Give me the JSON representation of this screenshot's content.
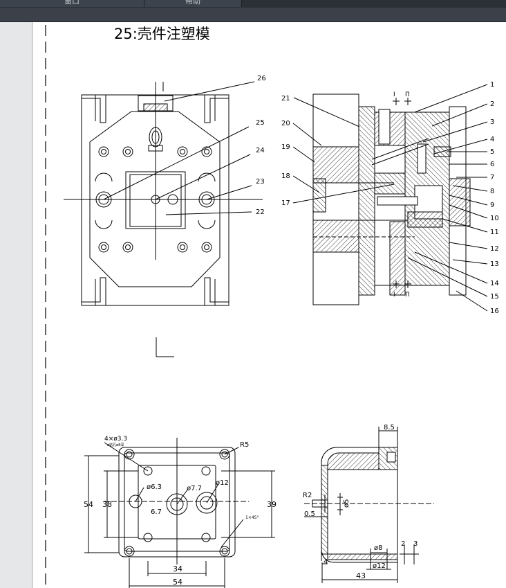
{
  "menubar": {
    "items": [
      "窗口",
      "帮助"
    ]
  },
  "drawing": {
    "title": "25:壳件注塑模",
    "part_numbers": [
      "1",
      "2",
      "3",
      "4",
      "5",
      "6",
      "7",
      "8",
      "9",
      "10",
      "11",
      "12",
      "13",
      "14",
      "15",
      "16",
      "17",
      "18",
      "19",
      "20",
      "21",
      "22",
      "23",
      "24",
      "25",
      "26"
    ],
    "section_marks": {
      "a": "I",
      "b": "Π"
    },
    "dims_front": {
      "holes": "4×ø3.3",
      "holes_note": "ø钻孔ø8深",
      "radius": "R5",
      "d63": "ø6.3",
      "d77": "ø7.7",
      "d12": "ø12",
      "depth": "6.7",
      "h54": "54",
      "h38": "38",
      "h39": "39",
      "w34": "34",
      "w54": "54",
      "chamfer": "1×45°"
    },
    "dims_section": {
      "w85": "8.5",
      "r2": "R2",
      "d5": "ø5",
      "t05": "0.5",
      "d8": "ø8",
      "d12": "ø12",
      "v2": "2",
      "v3": "3",
      "w4": "4",
      "w43": "43"
    }
  }
}
